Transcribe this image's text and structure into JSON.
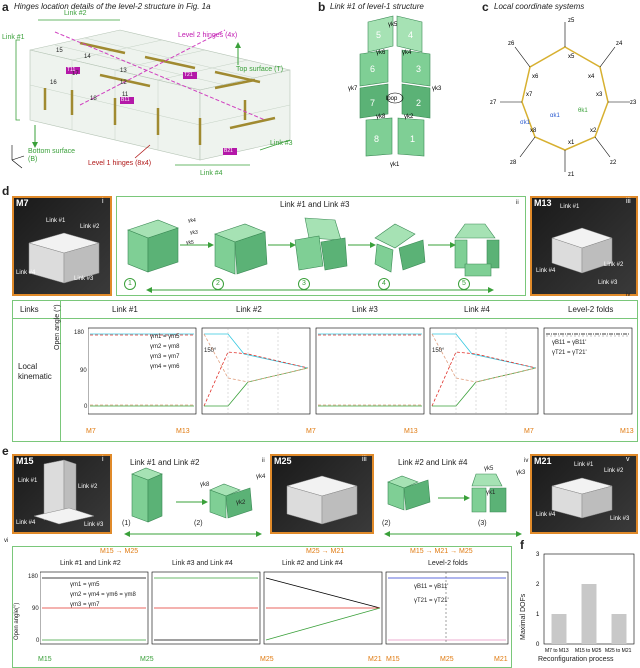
{
  "panel_a": {
    "label": "a",
    "title": "Hinges location details of the level-2 structure in Fig. 1a",
    "link1": "Link #1",
    "link2": "Link #2",
    "link3": "Link #3",
    "link4": "Link #4",
    "level2": "Level 2 hinges (4x)",
    "level1": "Level 1 hinges (8x4)",
    "top": "Top surface (T)",
    "bottom": "Bottom surface (B)",
    "nums": [
      "15",
      "14",
      "16",
      "17",
      "13",
      "12",
      "18",
      "11"
    ],
    "tags": [
      "T11",
      "B11",
      "T21",
      "B21"
    ]
  },
  "panel_b": {
    "label": "b",
    "title": "Link #1 of level-1 structure",
    "cube_nums": [
      "5",
      "4",
      "6",
      "3",
      "7",
      "2",
      "8",
      "1"
    ],
    "gammas": [
      "γk5",
      "γk6",
      "γk4",
      "γk7",
      "γk3",
      "γk8",
      "γk2",
      "γk1"
    ],
    "loop": "loop"
  },
  "panel_c": {
    "label": "c",
    "title": "Local coordinate systems",
    "z": [
      "z5",
      "z6",
      "z4",
      "z7",
      "z3",
      "z8",
      "z2",
      "z1"
    ],
    "x": [
      "x5",
      "x6",
      "x4",
      "x7",
      "x3",
      "x8",
      "x2",
      "x1"
    ],
    "alpha": "αk1",
    "theta": "θk1",
    "sigma": "σk1"
  },
  "panel_d": {
    "label": "d",
    "m7": "M7",
    "m13": "M13",
    "i": "i",
    "ii": "ii",
    "iii": "iii",
    "iv": "iv",
    "photo_labels_left": [
      "Link #1",
      "Link #2",
      "Link #4",
      "Link #3"
    ],
    "photo_labels_right": [
      "Link #1",
      "Link #4",
      "Link #2",
      "Link #3"
    ],
    "title": "Link #1 and Link #3",
    "steps": [
      "1",
      "2",
      "3",
      "4",
      "5"
    ],
    "gk": [
      "γk4",
      "γk3",
      "γk5"
    ],
    "table": {
      "links": "Links",
      "cols": [
        "Link #1",
        "Link #2",
        "Link #3",
        "Link #4",
        "Level-2 folds"
      ],
      "row_label": "Local kinematic",
      "ylabel": "Open angle (°)",
      "y180": "180",
      "y90": "90",
      "y0": "0",
      "angle": "150°",
      "legend": [
        "γm1 = γm5",
        "γm2 = γm8",
        "γm3 = γm7",
        "γm4 = γm6"
      ],
      "folds_legend": [
        "γB11 = γB11'",
        "γT21 = γT21'"
      ]
    }
  },
  "panel_e": {
    "label": "e",
    "m15": "M15",
    "m25": "M25",
    "m21": "M21",
    "i": "i",
    "ii": "ii",
    "iii": "iii",
    "iv": "iv",
    "v": "v",
    "left_labels": [
      "Link #1",
      "Link #2",
      "Link #4",
      "Link #3"
    ],
    "right_labels": [
      "Link #1",
      "Link #2",
      "Link #4",
      "Link #3"
    ],
    "title_ii": "Link #1 and Link #2",
    "title_iv": "Link #2 and Link #4",
    "steps_ii": [
      "(1)",
      "(2)"
    ],
    "steps_iv": [
      "(2)",
      "(3)"
    ],
    "g_ii": [
      "γk8",
      "γk4",
      "γk2"
    ],
    "g_iv": [
      "γk5",
      "γk3",
      "γk1"
    ]
  },
  "panel_vi": {
    "label": "vi",
    "arrows": [
      "M15 → M25",
      "M25 → M21",
      "M15 → M21 → M25"
    ],
    "titles": [
      "Link #1 and Link #2",
      "Link #3 and Link #4",
      "Link #2 and Link #4",
      "Level-2 folds"
    ],
    "ylabel": "Open angle(°)",
    "y180": "180",
    "y90": "90",
    "y0": "0",
    "legend": [
      "γm1 = γm5",
      "γm2 = γm4 = γm6 = γm8",
      "γm3 = γm7"
    ],
    "fold_legend": [
      "γB11 = γB11'",
      "γT21 = γT21'"
    ],
    "xt": [
      "M15",
      "M25",
      "M25",
      "M21",
      "M15",
      "M25",
      "M21"
    ]
  },
  "panel_f": {
    "label": "f",
    "ylabel": "Maximal DOFs",
    "xlabel": "Reconfiguration process",
    "chart_data": {
      "type": "bar",
      "categories": [
        "M7 to M13",
        "M15 to M25",
        "M25 to M21"
      ],
      "values": [
        1,
        2,
        1
      ],
      "ylim": [
        0,
        3
      ],
      "yticks": [
        "0",
        "1",
        "2",
        "3"
      ],
      "xlabel": "Reconfiguration process",
      "ylabel": "Maximal DOFs"
    }
  },
  "colors": {
    "green": "#3aa03a",
    "orange": "#e07a10",
    "cyan": "#35c8e0",
    "red": "#e0302a",
    "black": "#000000",
    "blue": "#2a3ad0",
    "pink": "#e890c0"
  }
}
